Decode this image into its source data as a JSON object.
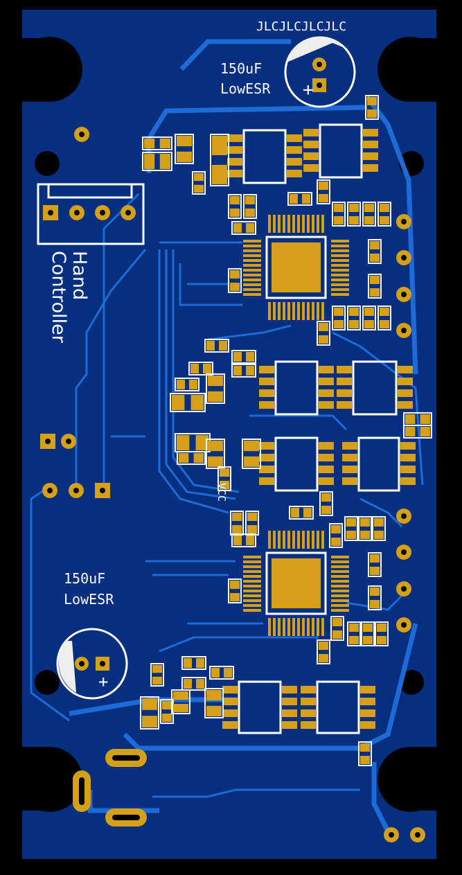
{
  "board": {
    "top_label": "JLCJLCJLCJLC",
    "cap_top": {
      "value": "150uF",
      "type": "LowESR",
      "polarity": "+"
    },
    "cap_bottom": {
      "value": "150uF",
      "type": "LowESR",
      "polarity": "+"
    },
    "connector_label_line1": "Hand",
    "connector_label_line2": "Controller",
    "vcc_label": "VCC"
  },
  "colors": {
    "board": "#06307f",
    "copper": "#1e6ad6",
    "pad": "#d4a017",
    "silk": "#ffffff",
    "background": "#000000"
  }
}
